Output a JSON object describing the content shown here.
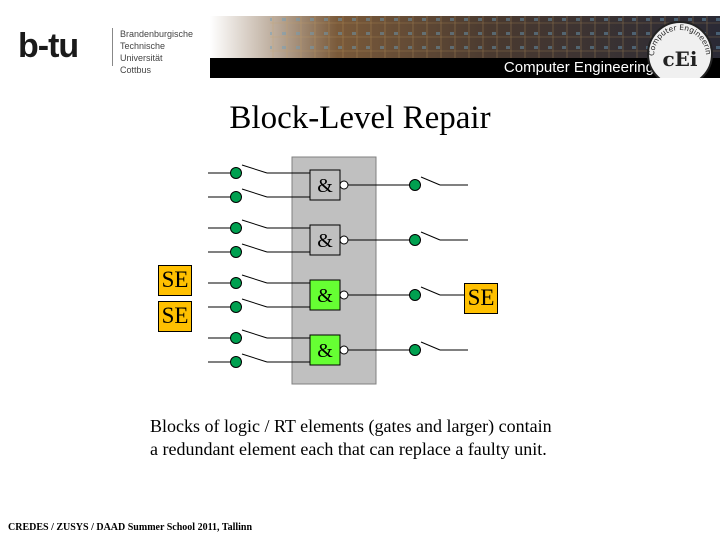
{
  "header": {
    "logo": {
      "mark": "b-tu",
      "lines": [
        "Brandenburgische",
        "Technische Universität",
        "Cottbus"
      ]
    },
    "banner_title": "Computer Engineering",
    "emblem_text": "Computer Engineering",
    "emblem_letters": "cEi"
  },
  "slide": {
    "title": "Block-Level Repair",
    "diagram": {
      "gate_symbol": "&",
      "spare_label": "SE",
      "gate_colors": [
        "#c0c0c0",
        "#c0c0c0",
        "#66ff33",
        "#66ff33"
      ],
      "input_se_labels": [
        "SE",
        "SE"
      ],
      "output_se_label": "SE",
      "colors": {
        "panel": "#c0c0c0",
        "node": "#00a050",
        "spare": "#ffc000"
      }
    },
    "caption_lines": [
      "Blocks of logic  / RT elements (gates and larger) contain",
      "a redundant element each that can replace a faulty unit."
    ]
  },
  "footer": "CREDES / ZUSYS / DAAD Summer School 2011, Tallinn"
}
